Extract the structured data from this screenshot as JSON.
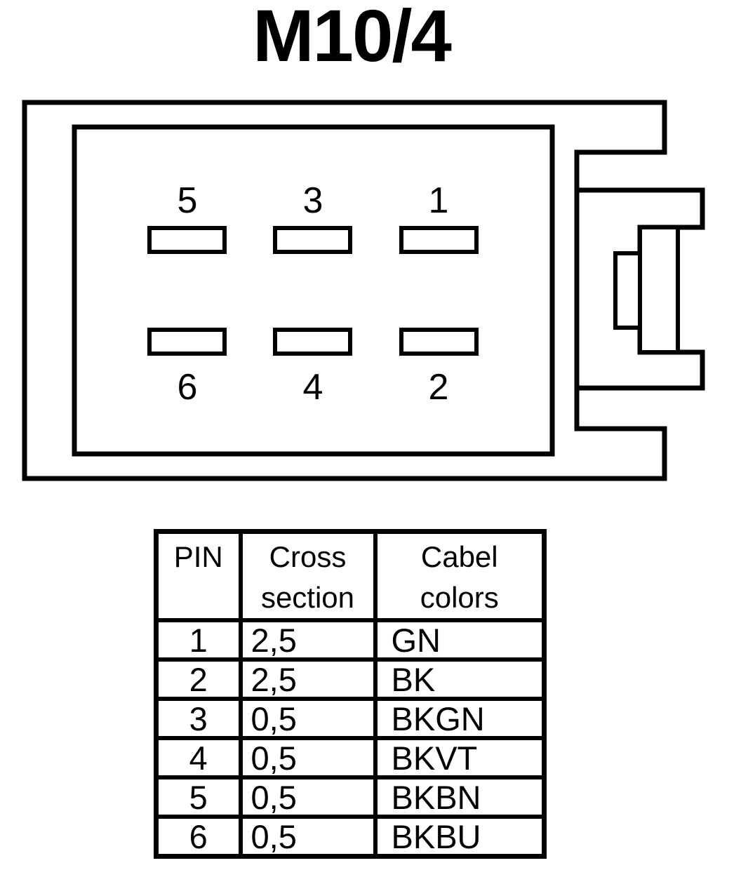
{
  "title": "M10/4",
  "colors": {
    "ink": "#000000",
    "background": "#ffffff"
  },
  "connector": {
    "pins": [
      {
        "label": "5"
      },
      {
        "label": "3"
      },
      {
        "label": "1"
      },
      {
        "label": "6"
      },
      {
        "label": "4"
      },
      {
        "label": "2"
      }
    ]
  },
  "table": {
    "headers": [
      {
        "line1": "PIN",
        "line2": ""
      },
      {
        "line1": "Cross",
        "line2": "section"
      },
      {
        "line1": "Cabel",
        "line2": "colors"
      }
    ],
    "rows": [
      {
        "pin": "1",
        "cross_section": "2,5",
        "cable_color": "GN"
      },
      {
        "pin": "2",
        "cross_section": "2,5",
        "cable_color": "BK"
      },
      {
        "pin": "3",
        "cross_section": "0,5",
        "cable_color": "BKGN"
      },
      {
        "pin": "4",
        "cross_section": "0,5",
        "cable_color": "BKVT"
      },
      {
        "pin": "5",
        "cross_section": "0,5",
        "cable_color": "BKBN"
      },
      {
        "pin": "6",
        "cross_section": "0,5",
        "cable_color": "BKBU"
      }
    ]
  }
}
